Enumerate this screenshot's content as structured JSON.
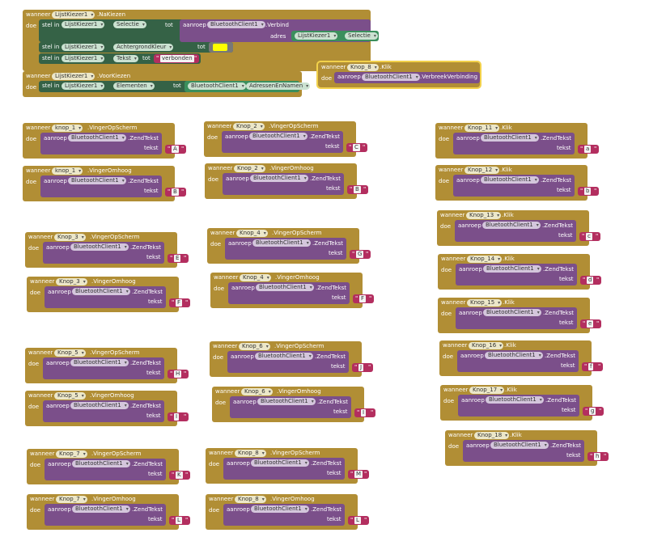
{
  "keywords": {
    "when": "wanneer",
    "do": "doe",
    "set": "stel in",
    "to": "tot",
    "call": "aanroep",
    "text": "tekst",
    "address": "adres",
    "q": "\""
  },
  "colors": {
    "event": "#b18e35",
    "call": "#7b4f8a",
    "text": "#b32e5f",
    "setter": "#356246",
    "getter": "#3b8f5d",
    "yellow_swatch": "#ffff00"
  },
  "top": {
    "list_after": {
      "component": "LijstKiezer1",
      "event": ".NaKiezen",
      "call_component": "BluetoothClient1",
      "call_method": ".Verbind",
      "address_component": "LijstKiezer1",
      "address_prop": "Selectie",
      "set_selection": {
        "component": "LijstKiezer1",
        "prop": "Selectie"
      },
      "set_bg": {
        "component": "LijstKiezer1",
        "prop": "AchtergrondKleur"
      },
      "set_text": {
        "component": "LijstKiezer1",
        "prop": "Tekst",
        "value": "verbonden"
      }
    },
    "list_before": {
      "component": "LijstKiezer1",
      "event": ".VoorKiezen",
      "set_component": "LijstKiezer1",
      "set_prop": "Elementen",
      "get_component": "BluetoothClient1",
      "get_prop": "AdressenEnNamen"
    },
    "disconnect": {
      "component": "Knop_8",
      "event": ".Klik",
      "call_component": "BluetoothClient1",
      "call_method": ".VerbreekVerbinding"
    }
  },
  "send_method": ".ZendTekst",
  "bt": "BluetoothClient1",
  "blocks": [
    {
      "comp": "knop_1",
      "evt": ".VingerOpScherm",
      "val": "A"
    },
    {
      "comp": "knop_1",
      "evt": ".VingerOmhoog",
      "val": "B"
    },
    {
      "comp": "Knop_2",
      "evt": ".VingerOpScherm",
      "val": "C"
    },
    {
      "comp": "Knop_2",
      "evt": ".VingerOmhoog",
      "val": "B"
    },
    {
      "comp": "Knop_11",
      "evt": ".Klik",
      "val": "a"
    },
    {
      "comp": "Knop_12",
      "evt": ".Klik",
      "val": "b"
    },
    {
      "comp": "Knop_13",
      "evt": ".Klik",
      "val": "c"
    },
    {
      "comp": "Knop_14",
      "evt": ".Klik",
      "val": "d"
    },
    {
      "comp": "Knop_15",
      "evt": ".Klik",
      "val": "e"
    },
    {
      "comp": "Knop_3",
      "evt": ".VingerOpScherm",
      "val": "E"
    },
    {
      "comp": "Knop_3",
      "evt": ".VingerOmhoog",
      "val": "F"
    },
    {
      "comp": "Knop_4",
      "evt": ".VingerOpScherm",
      "val": "G"
    },
    {
      "comp": "Knop_4",
      "evt": ".VingerOmhoog",
      "val": "F"
    },
    {
      "comp": "Knop_5",
      "evt": ".VingerOpScherm",
      "val": "H"
    },
    {
      "comp": "Knop_5",
      "evt": ".VingerOmhoog",
      "val": "I"
    },
    {
      "comp": "Knop_6",
      "evt": ".VingerOpScherm",
      "val": "J"
    },
    {
      "comp": "Knop_6",
      "evt": ".VingerOmhoog",
      "val": "I"
    },
    {
      "comp": "Knop_16",
      "evt": ".Klik",
      "val": "f"
    },
    {
      "comp": "Knop_17",
      "evt": ".Klik",
      "val": "g"
    },
    {
      "comp": "Knop_18",
      "evt": ".Klik",
      "val": "h"
    },
    {
      "comp": "Knop_7",
      "evt": ".VingerOpScherm",
      "val": "K"
    },
    {
      "comp": "Knop_7",
      "evt": ".VingerOmhoog",
      "val": "L"
    },
    {
      "comp": "Knop_8",
      "evt": ".VingerOpScherm",
      "val": "M"
    },
    {
      "comp": "Knop_8",
      "evt": ".VingerOmhoog",
      "val": "L"
    }
  ]
}
